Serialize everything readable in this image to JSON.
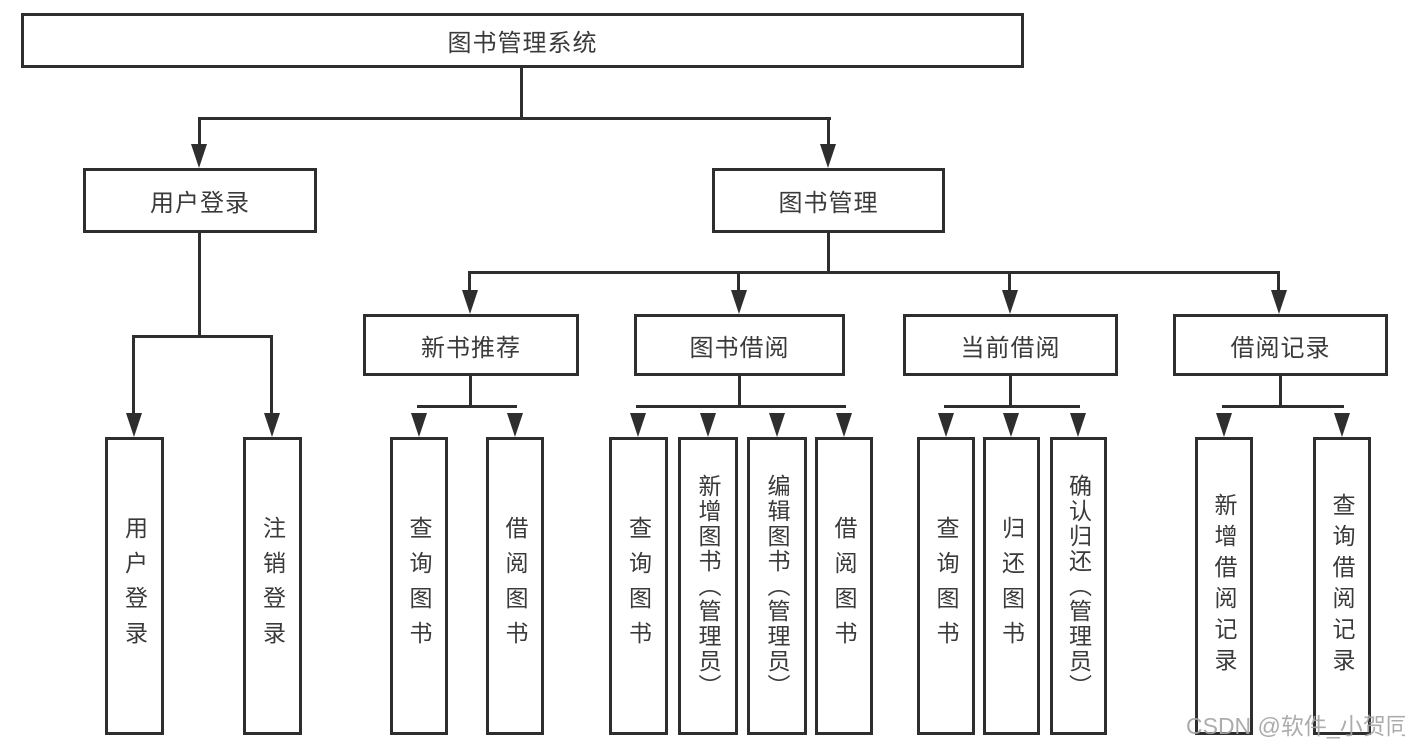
{
  "diagram": {
    "root": {
      "label": "图书管理系统"
    },
    "level2": [
      {
        "label": "用户登录"
      },
      {
        "label": "图书管理"
      }
    ],
    "level3": [
      {
        "label": "新书推荐"
      },
      {
        "label": "图书借阅"
      },
      {
        "label": "当前借阅"
      },
      {
        "label": "借阅记录"
      }
    ],
    "leaves": {
      "user_login": [
        "用户登录",
        "注销登录"
      ],
      "new_book": [
        "查询图书",
        "借阅图书"
      ],
      "book_borrow": [
        "查询图书",
        "新增图书（管理员）",
        "编辑图书（管理员）",
        "借阅图书"
      ],
      "current_borrow": [
        "查询图书",
        "归还图书",
        "确认归还（管理员）"
      ],
      "borrow_records": [
        "新增借阅记录",
        "查询借阅记录"
      ]
    }
  },
  "watermark": "CSDN @软件_小贺同学",
  "colors": {
    "line": "#2e2e2e",
    "text": "#3a3a3a",
    "watermark": "#a5a5a5",
    "background": "#ffffff"
  }
}
